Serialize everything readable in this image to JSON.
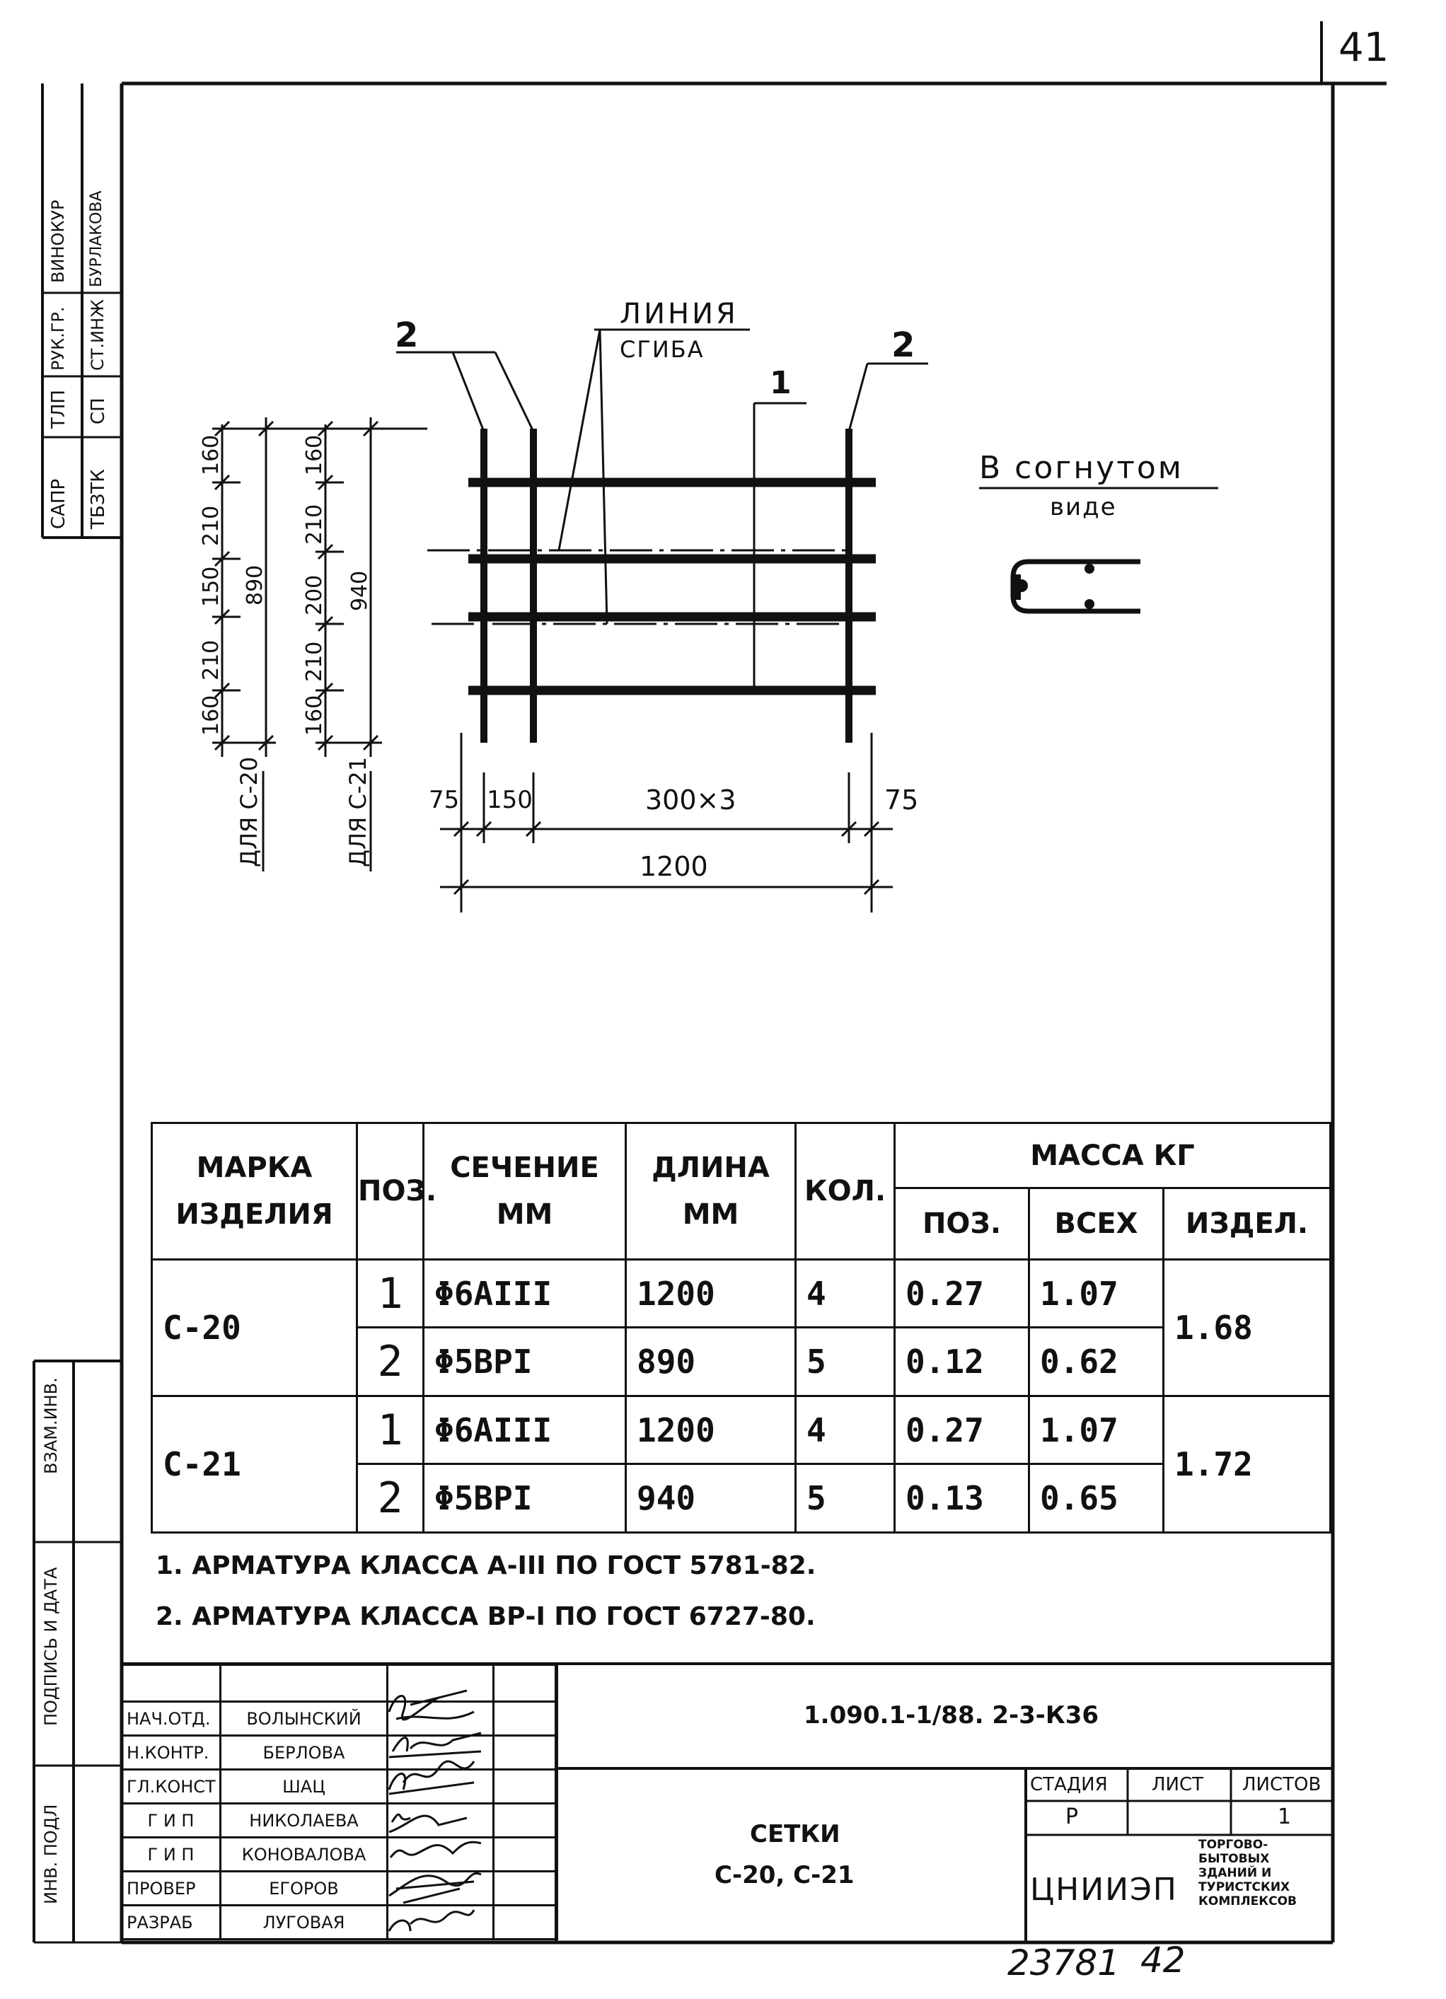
{
  "page_number": "41",
  "side_stamp": {
    "rows": [
      [
        "САПР",
        "ТБЗТК"
      ],
      [
        "ТЛП",
        "СП"
      ],
      [
        "РУК.ГР.",
        "СТ.ИНЖ"
      ],
      [
        "ВИНОКУР",
        "БУРЛАКОВА"
      ]
    ],
    "lower_labels": [
      "ВЗАМ.ИНВ.",
      "ПОДПИСЬ И ДАТА",
      "ИНВ. ПОДЛ"
    ]
  },
  "drawing": {
    "label_line": "ЛИНИЯ",
    "label_bend": "СГИБА",
    "pos_labels": [
      "2",
      "2",
      "1"
    ],
    "bent_view_line1": "В согнутом",
    "bent_view_line2": "виде",
    "dims_left_c20": [
      "160",
      "210",
      "150",
      "210",
      "160"
    ],
    "dims_left_c21": [
      "160",
      "210",
      "200",
      "210",
      "160"
    ],
    "total_c20": "890",
    "total_c21": "940",
    "for_c20": "ДЛЯ С-20",
    "for_c21": "ДЛЯ С-21",
    "dim_75_left": "75",
    "dim_150": "150",
    "dim_300x3": "300×3",
    "dim_75_right": "75",
    "dim_1200": "1200"
  },
  "spec_table": {
    "h_mark": "МАРКА",
    "h_mark2": "ИЗДЕЛИЯ",
    "h_pos": "ПОЗ.",
    "h_section": "СЕЧЕНИЕ",
    "h_section_unit": "ММ",
    "h_length": "ДЛИНА",
    "h_length_unit": "ММ",
    "h_qty": "КОЛ.",
    "h_mass": "МАССА КГ",
    "h_mass_pos": "ПОЗ.",
    "h_mass_all": "ВСЕХ",
    "h_mass_item": "ИЗДЕЛ.",
    "groups": [
      {
        "mark": "С-20",
        "item_mass": "1.68",
        "rows": [
          {
            "pos": "1",
            "section": "Φ6AIII",
            "length": "1200",
            "qty": "4",
            "mass_pos": "0.27",
            "mass_all": "1.07"
          },
          {
            "pos": "2",
            "section": "Φ5ВРI",
            "length": "890",
            "qty": "5",
            "mass_pos": "0.12",
            "mass_all": "0.62"
          }
        ]
      },
      {
        "mark": "С-21",
        "item_mass": "1.72",
        "rows": [
          {
            "pos": "1",
            "section": "Φ6AIII",
            "length": "1200",
            "qty": "4",
            "mass_pos": "0.27",
            "mass_all": "1.07"
          },
          {
            "pos": "2",
            "section": "Φ5ВРI",
            "length": "940",
            "qty": "5",
            "mass_pos": "0.13",
            "mass_all": "0.65"
          }
        ]
      }
    ]
  },
  "notes": [
    "1. АРМАТУРА КЛАССА А-III ПО ГОСТ 5781-82.",
    "2. АРМАТУРА КЛАССА ВР-I ПО ГОСТ 6727-80."
  ],
  "title_block": {
    "people": [
      {
        "role": "НАЧ.ОТД.",
        "name": "ВОЛЫНСКИЙ"
      },
      {
        "role": "Н.КОНТР.",
        "name": "БЕРЛОВА"
      },
      {
        "role": "ГЛ.КОНСТ",
        "name": "ШАЦ"
      },
      {
        "role": "Г И П",
        "name": "НИКОЛАЕВА"
      },
      {
        "role": "Г И П",
        "name": "КОНОВАЛОВА"
      },
      {
        "role": "ПРОВЕР",
        "name": "ЕГОРОВ"
      },
      {
        "role": "РАЗРАБ",
        "name": "ЛУГОВАЯ"
      }
    ],
    "doc_code": "1.090.1-1/88. 2-3-К36",
    "title_line1": "СЕТКИ",
    "title_line2": "С-20, С-21",
    "stage_label": "СТАДИЯ",
    "sheet_label": "ЛИСТ",
    "sheets_label": "ЛИСТОВ",
    "stage_value": "Р",
    "sheet_value": "",
    "sheets_value": "1",
    "org": "ЦНИИЭП",
    "org_desc": [
      "ТОРГОВО-",
      "БЫТОВЫХ",
      "ЗДАНИЙ И",
      "ТУРИСТСКИХ",
      "КОМПЛЕКСОВ"
    ]
  },
  "footer_numbers": [
    "23781",
    "42"
  ]
}
